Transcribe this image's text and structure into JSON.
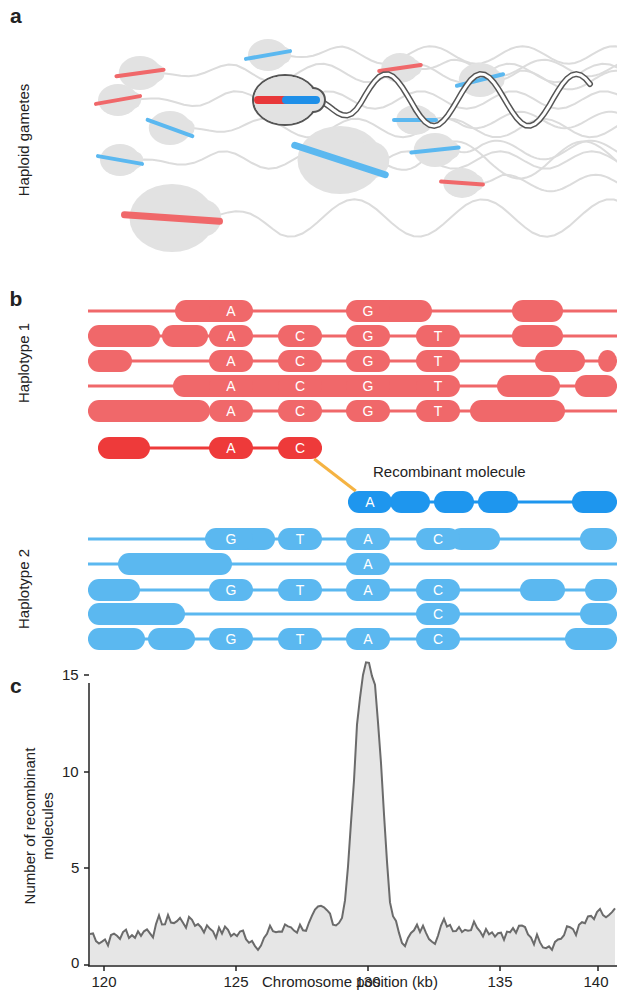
{
  "diagram": {
    "nodes": [
      {
        "text": [
          "A"
        ]
      },
      {
        "text": [
          "G"
        ]
      },
      {
        "text": [
          "A"
        ]
      },
      {
        "text": [
          "C"
        ]
      },
      {
        "text": [
          "G"
        ]
      },
      {
        "text": [
          "T"
        ]
      },
      {
        "text": [
          "A"
        ]
      },
      {
        "text": [
          "C"
        ]
      },
      {
        "text": [
          "G"
        ]
      },
      {
        "text": [
          "T"
        ]
      },
      {
        "text": [
          "A"
        ]
      },
      {
        "text": [
          "C"
        ]
      },
      {
        "text": [
          "G"
        ]
      },
      {
        "text": [
          "T"
        ]
      },
      {
        "text": [
          "A"
        ]
      },
      {
        "text": [
          "C"
        ]
      },
      {
        "text": [
          "G"
        ]
      },
      {
        "text": [
          "T"
        ]
      },
      {
        "text": [
          "A"
        ]
      },
      {
        "text": [
          "C"
        ]
      },
      {
        "text": [
          "A"
        ]
      },
      {
        "text": [
          "G"
        ]
      },
      {
        "text": [
          "T"
        ]
      },
      {
        "text": [
          "A"
        ]
      },
      {
        "text": [
          "C"
        ]
      },
      {
        "text": [
          "A"
        ]
      },
      {
        "text": [
          "G"
        ]
      },
      {
        "text": [
          "T"
        ]
      },
      {
        "text": [
          "A"
        ]
      },
      {
        "text": [
          "C"
        ]
      },
      {
        "text": [
          "C"
        ]
      },
      {
        "text": [
          "G"
        ]
      },
      {
        "text": [
          "T"
        ]
      },
      {
        "text": [
          "A"
        ]
      },
      {
        "text": [
          "C"
        ]
      }
    ],
    "edges": [
      {
        "from": 19,
        "to": 20,
        "arrow": "none"
      }
    ],
    "labels": [
      "a",
      "Haploid gametes",
      "b",
      "Haplotype 1",
      "Recombinant molecule",
      "Haplotype 2",
      "c",
      "Number of recombinant molecules",
      "15",
      "10",
      "5",
      "0",
      "120",
      "125",
      "130",
      "135",
      "140",
      "Chromosome position (kb)"
    ]
  }
}
